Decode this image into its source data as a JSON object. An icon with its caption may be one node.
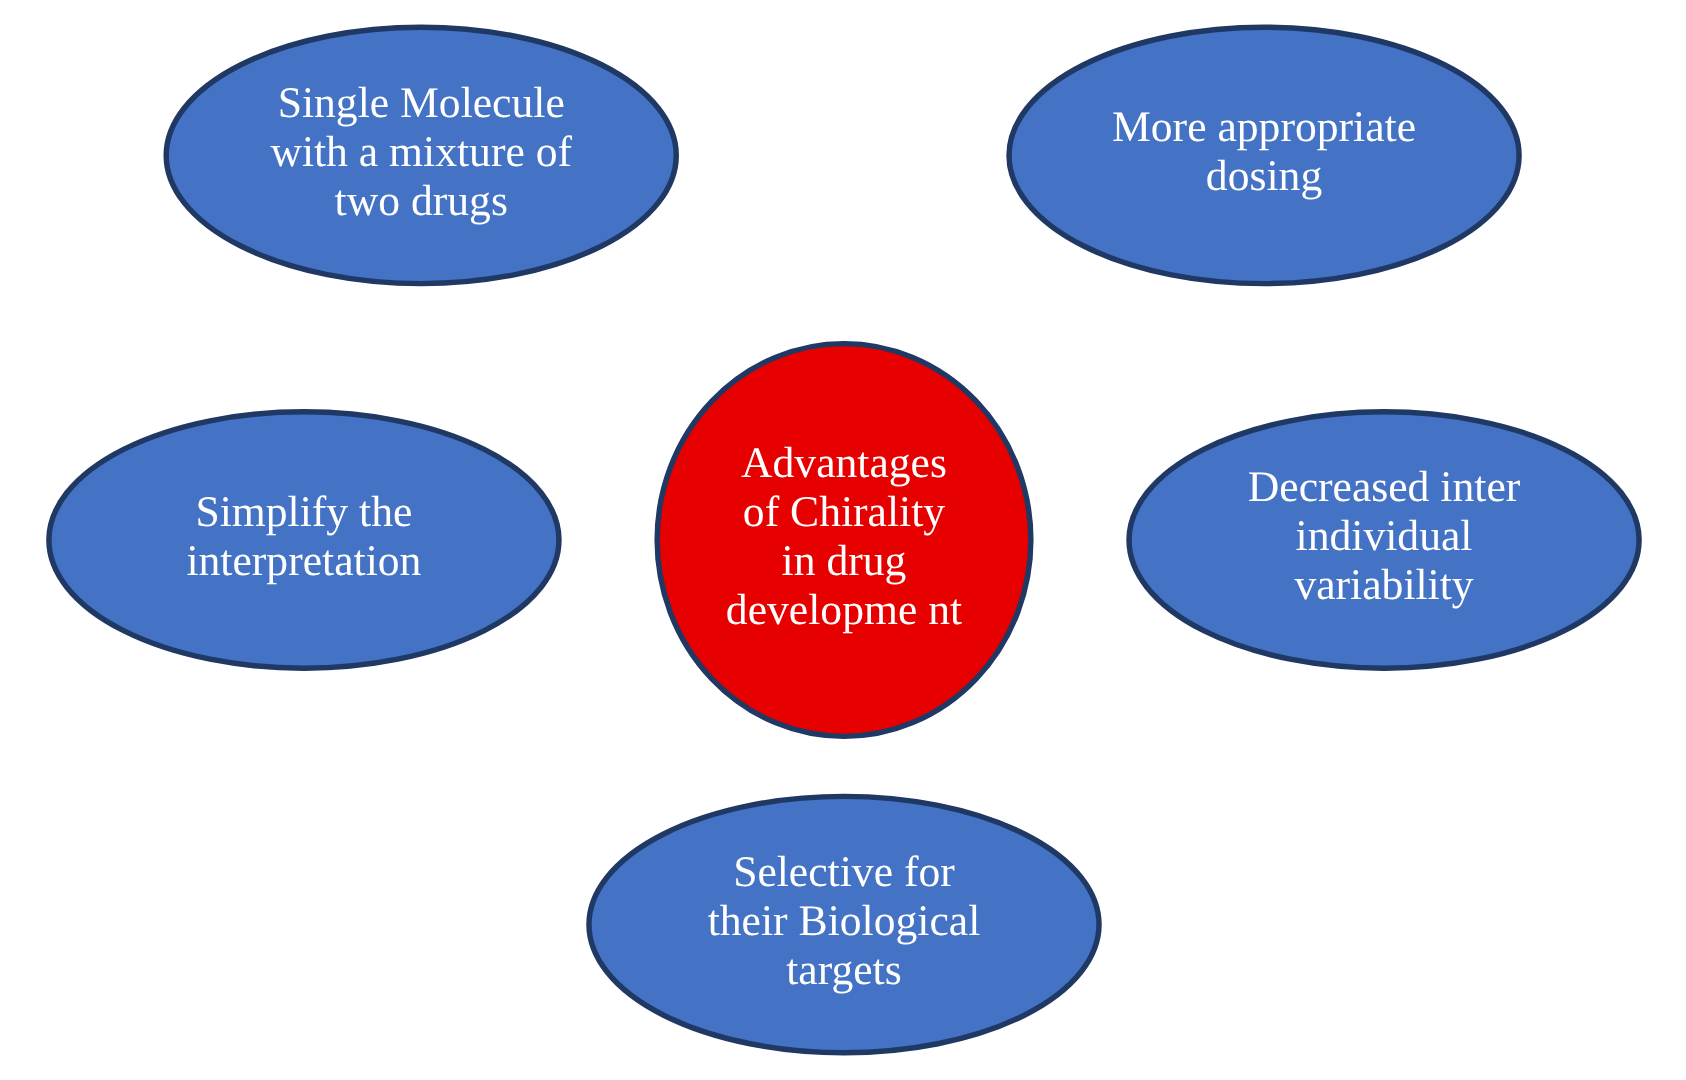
{
  "diagram": {
    "nodes": [
      {
        "text": [
          "Single Molecule with a mixture of two drugs"
        ]
      },
      {
        "text": [
          "More appropriate dosing"
        ]
      },
      {
        "text": [
          "Advantages of Chirality in drug developme nt"
        ]
      },
      {
        "text": [
          "Simplify the interpretation"
        ]
      },
      {
        "text": [
          "Decreased inter individual variability"
        ]
      },
      {
        "text": [
          "Selective for their Biological targets"
        ]
      }
    ],
    "edges": []
  }
}
